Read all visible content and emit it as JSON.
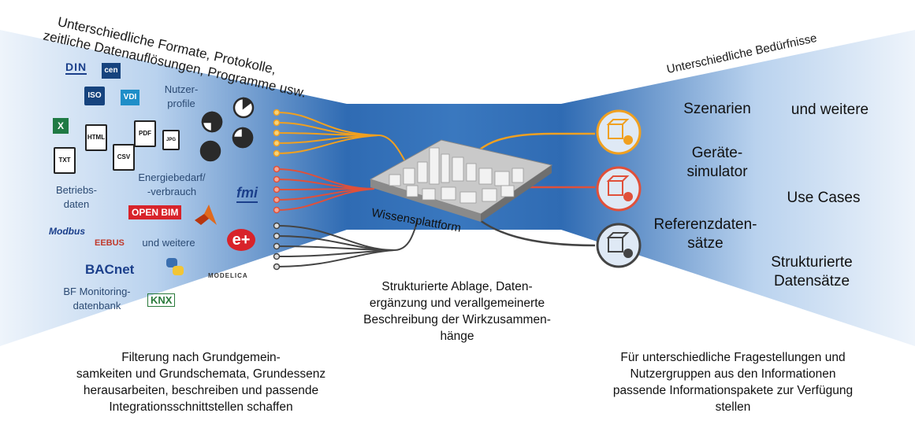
{
  "title_left": [
    "Unterschiedliche Formate, Protokolle,",
    "zeitliche Datenauflösungen, Programme usw."
  ],
  "title_right": "Unterschiedliche Bedürfnisse",
  "left_labels": {
    "nutzerprofile": [
      "Nutzer-",
      "profile"
    ],
    "energie": [
      "Energiebedarf/",
      "-verbrauch"
    ],
    "betrieb": [
      "Betriebs-",
      "daten"
    ],
    "weitere": "und weitere",
    "bf": [
      "BF Monitoring-",
      "datenbank"
    ]
  },
  "logos": {
    "din": "DIN",
    "cen": "cen",
    "iso": "ISO",
    "vdi": "VDI",
    "html": "HTML",
    "csv": "CSV",
    "txt": "TXT",
    "pdf": "PDF",
    "jpg": "JPG",
    "openbim": "OPEN BIM",
    "modbus": "Modbus",
    "eebus": "EEBUS",
    "bacnet": "BACnet",
    "knx": "KNX",
    "fmi": "fmi",
    "modelica": "MODELICA",
    "eplus": "e+"
  },
  "center_label": "Wissensplattform",
  "center_desc": [
    "Strukturierte Ablage, Daten-",
    "ergänzung und verallgemeinerte",
    "Beschreibung der Wirkzusammen-",
    "hänge"
  ],
  "right_items": {
    "szenarien": "Szenarien",
    "weitere": "und weitere",
    "geraete": [
      "Geräte-",
      "simulator"
    ],
    "usecases": "Use Cases",
    "referenz": [
      "Referenzdaten-",
      "sätze"
    ],
    "strukturiert": [
      "Strukturierte",
      "Datensätze"
    ]
  },
  "bottom_left": [
    "Filterung nach Grundgemein-",
    "samkeiten und Grundschemata, Grundessenz",
    "herausarbeiten, beschreiben und passende",
    "Integrationsschnittstellen schaffen"
  ],
  "bottom_right": [
    "Für unterschiedliche Fragestellungen und",
    "Nutzergruppen aus den Informationen",
    "passende Informationspakete zur Verfügung",
    "stellen"
  ],
  "colors": {
    "orange": "#f0a020",
    "red": "#e0503a",
    "gray": "#505050",
    "blue_dark": "#2f69b0",
    "blue_light": "#dce9f7"
  }
}
